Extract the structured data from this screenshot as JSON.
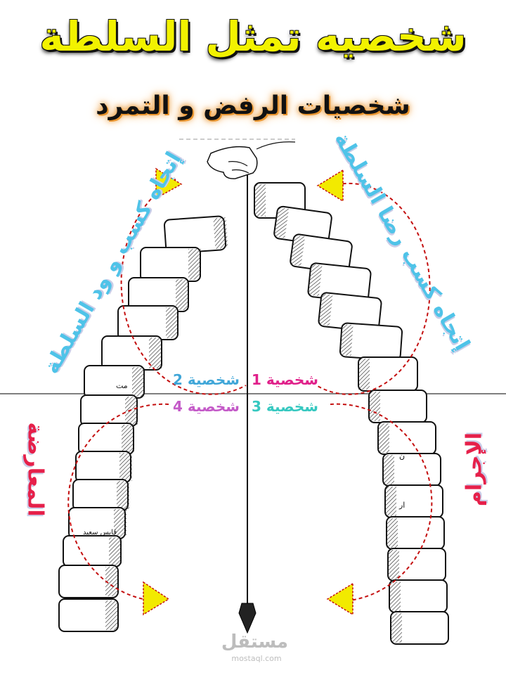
{
  "title": "شخصيه تمثل السلطة",
  "subtitle": "شخصيات الرفض و التمرد",
  "labels": {
    "left_arch": "إتجاه كسب و ود السلطة",
    "right_arch": "إتجاه كسب رضا السلطة",
    "bottom_left": "المعارضة",
    "bottom_right": "الإجرام"
  },
  "quadrants": {
    "q1": "شخصية 1",
    "q2": "شخصية 2",
    "q3": "شخصية 3",
    "q4": "شخصية 4"
  },
  "brick_text": {
    "b1": "مت",
    "b2": "قابس سعيد",
    "b3": "ار",
    "b4": "ن"
  },
  "colors": {
    "q1": "#e0208a",
    "q2": "#3fa6d8",
    "q3": "#36c8c0",
    "q4": "#c45ac8",
    "arrow": "#f2ea00",
    "dashed": "#c41010"
  },
  "watermark": {
    "logo": "مستقل",
    "url": "mostaql.com"
  }
}
